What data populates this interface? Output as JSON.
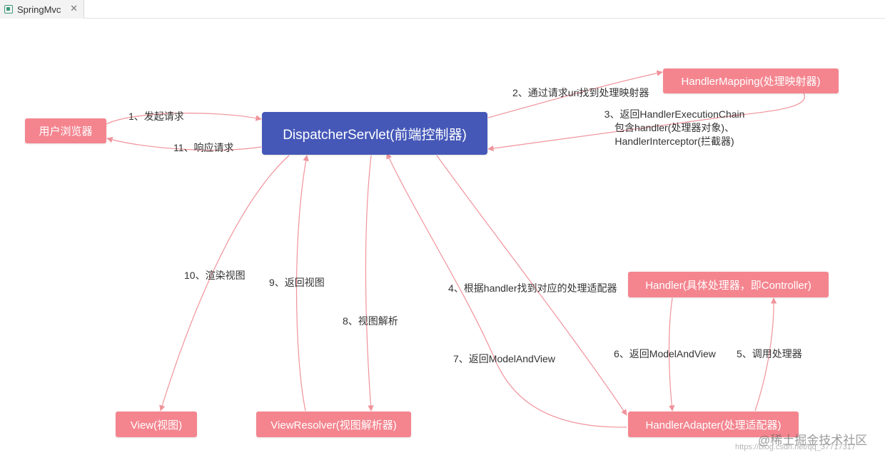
{
  "tab": {
    "title": "SpringMvc",
    "icon": "mindmap-file-icon",
    "close": "✕"
  },
  "colors": {
    "main": "#4558b8",
    "node": "#f4858f",
    "edge": "#f0939b",
    "text": "#333333"
  },
  "nodes": {
    "browser": "用户浏览器",
    "dispatcher": "DispatcherServlet(前端控制器)",
    "handler_mapping": "HandlerMapping(处理映射器)",
    "handler": "Handler(具体处理器，即Controller)",
    "handler_adapter": "HandlerAdapter(处理适配器)",
    "view_resolver": "ViewResolver(视图解析器)",
    "view": "View(视图)"
  },
  "edges": {
    "e1": "1、发起请求",
    "e2": "2、通过请求uri找到处理映射器",
    "e3_line1": "3、返回HandlerExecutionChain",
    "e3_line2": "包含handler(处理器对象)、",
    "e3_line3": "HandlerInterceptor(拦截器)",
    "e4": "4、根据handler找到对应的处理适配器",
    "e5": "5、调用处理器",
    "e6": "6、返回ModelAndView",
    "e7": "7、返回ModelAndView",
    "e8": "8、视图解析",
    "e9": "9、返回视图",
    "e10": "10、渲染视图",
    "e11": "11、响应请求"
  },
  "watermark": {
    "brand": "@稀土掘金技术社区",
    "url": "https://blog.csdn.net/qq_37717317"
  }
}
